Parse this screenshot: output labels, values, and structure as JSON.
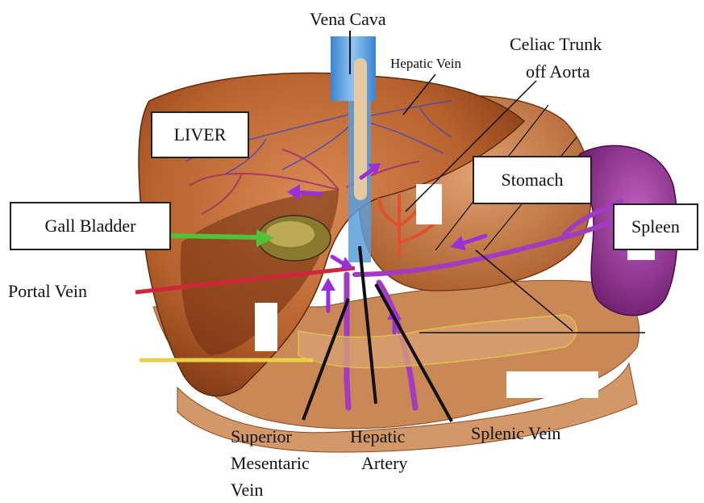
{
  "labels": {
    "vena_cava": "Vena Cava",
    "hepatic_vein": "Hepatic Vein",
    "celiac_trunk_line1": "Celiac Trunk",
    "celiac_trunk_line2": "off Aorta",
    "liver": "LIVER",
    "stomach": "Stomach",
    "gall_bladder": "Gall Bladder",
    "spleen": "Spleen",
    "portal_vein": "Portal Vein",
    "superior_mesentaric_vein_line1": "Superior",
    "superior_mesentaric_vein_line2": "Mesentaric",
    "superior_mesentaric_vein_line3": "Vein",
    "hepatic_artery_line1": "Hepatic",
    "hepatic_artery_line2": "Artery",
    "splenic_vein": "Splenic Vein"
  },
  "colors": {
    "liver": "#b8622e",
    "stomach": "#c47a45",
    "spleen": "#8a2a8a",
    "vein_purple": "#a23bc0",
    "arrow_purple": "#9b30d9",
    "vena_cava_blue": "#5aa0e0",
    "portal_red": "#d0253a",
    "gall_green": "#4fc23a",
    "pancreas_yellow": "#e8cf4a"
  }
}
